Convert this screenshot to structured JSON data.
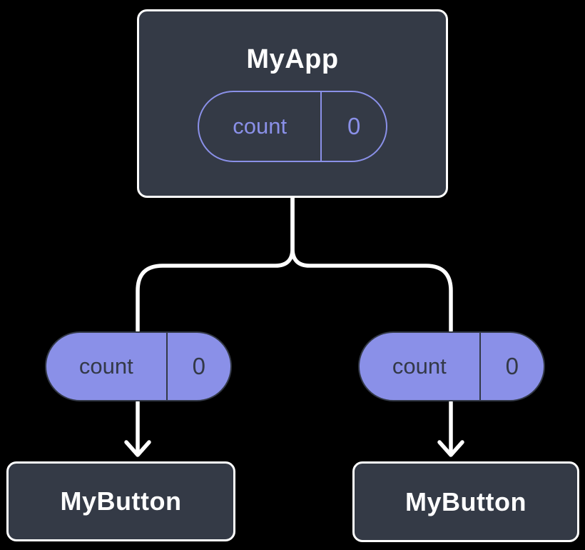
{
  "diagram": {
    "description": "React component tree showing state passed down as props",
    "root": {
      "title": "MyApp",
      "state": {
        "key": "count",
        "value": "0"
      }
    },
    "children": [
      {
        "title": "MyButton",
        "prop": {
          "key": "count",
          "value": "0"
        }
      },
      {
        "title": "MyButton",
        "prop": {
          "key": "count",
          "value": "0"
        }
      }
    ],
    "colors": {
      "background": "#000000",
      "component_fill": "#343A46",
      "component_border": "#FFFFFF",
      "component_text": "#FFFFFF",
      "accent_purple": "#8A90E8",
      "pill_text_dark": "#333947",
      "connector": "#FFFFFF"
    }
  }
}
